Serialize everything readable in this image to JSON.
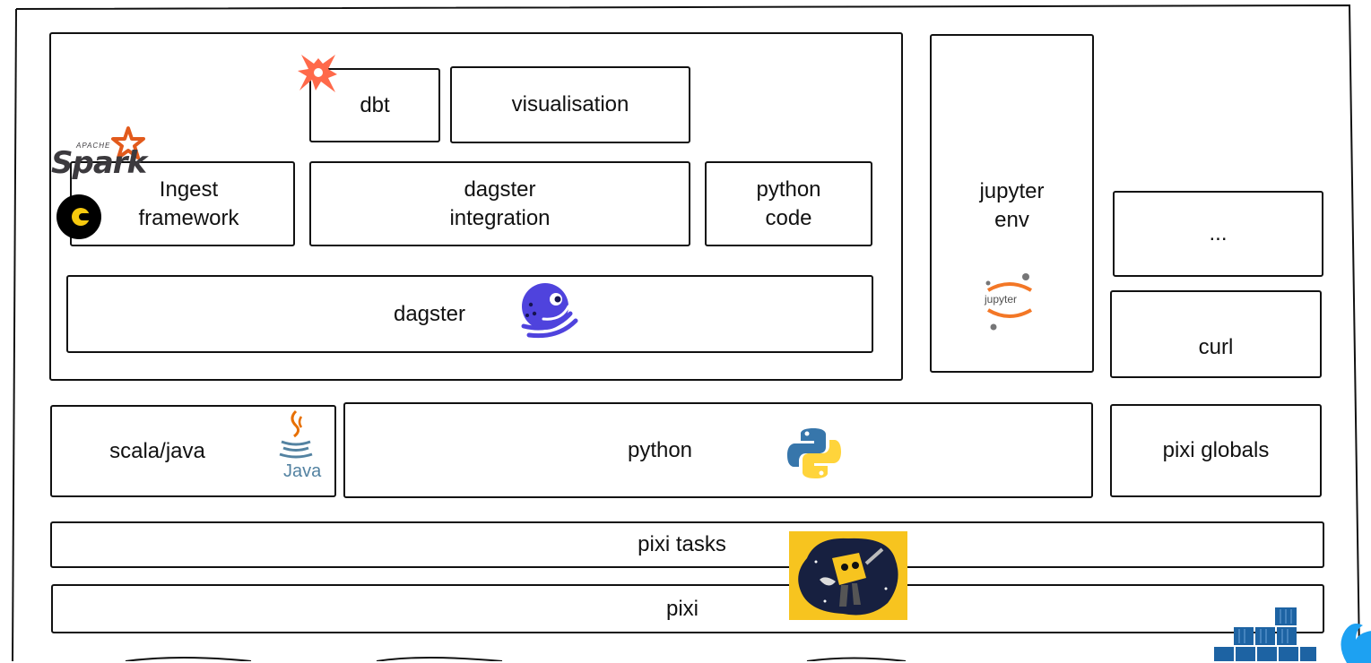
{
  "diagram": {
    "ingest_framework": "Ingest\nframework",
    "dbt": "dbt",
    "visualisation": "visualisation",
    "dagster_integration": "dagster\nintegration",
    "python_code": "python\ncode",
    "dagster": "dagster",
    "jupyter_env": "jupyter\nenv",
    "ellipsis": "...",
    "curl": "curl",
    "scala_java": "scala/java",
    "python": "python",
    "pixi_globals": "pixi globals",
    "pixi_tasks": "pixi tasks",
    "pixi": "pixi"
  },
  "logos": {
    "spark_small": "APACHE",
    "spark": "Spark",
    "jupyter": "jupyter",
    "java": "Java"
  },
  "colors": {
    "stroke": "#111111",
    "dbt_orange": "#ff694a",
    "dagster_purple": "#4f43dd",
    "jupyter_orange": "#f37726",
    "python_blue": "#3776ab",
    "python_yellow": "#ffd43b",
    "pixi_bg": "#f7c41f",
    "docker_blue": "#1d63a3",
    "java_blue": "#5382a1",
    "java_orange": "#e76f00"
  }
}
